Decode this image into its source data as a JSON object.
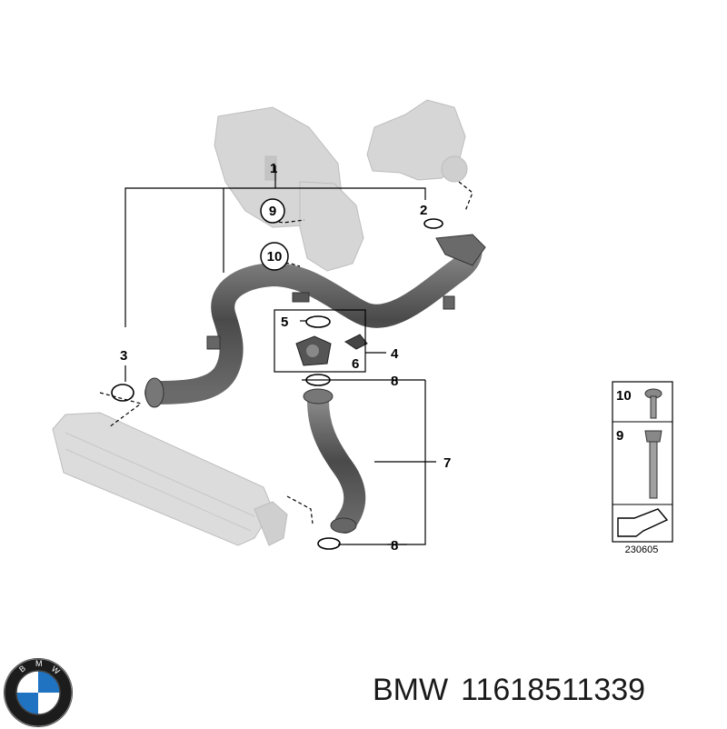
{
  "labels": {
    "l1": "1",
    "l2": "2",
    "l3": "3",
    "l4": "4",
    "l5": "5",
    "l6": "6",
    "l7": "7",
    "l8a": "8",
    "l8b": "8",
    "l9": "9",
    "l10": "10"
  },
  "hardware_panel": {
    "item_10": "10",
    "item_9": "9",
    "ref_number": "230605"
  },
  "logo": {
    "letters": "BMW"
  },
  "footer": {
    "brand": "BMW",
    "part_number": "11618511339"
  },
  "colors": {
    "hose": "#5a5a5a",
    "ghost_parts": "#d3d3d3",
    "lines": "#000000"
  }
}
